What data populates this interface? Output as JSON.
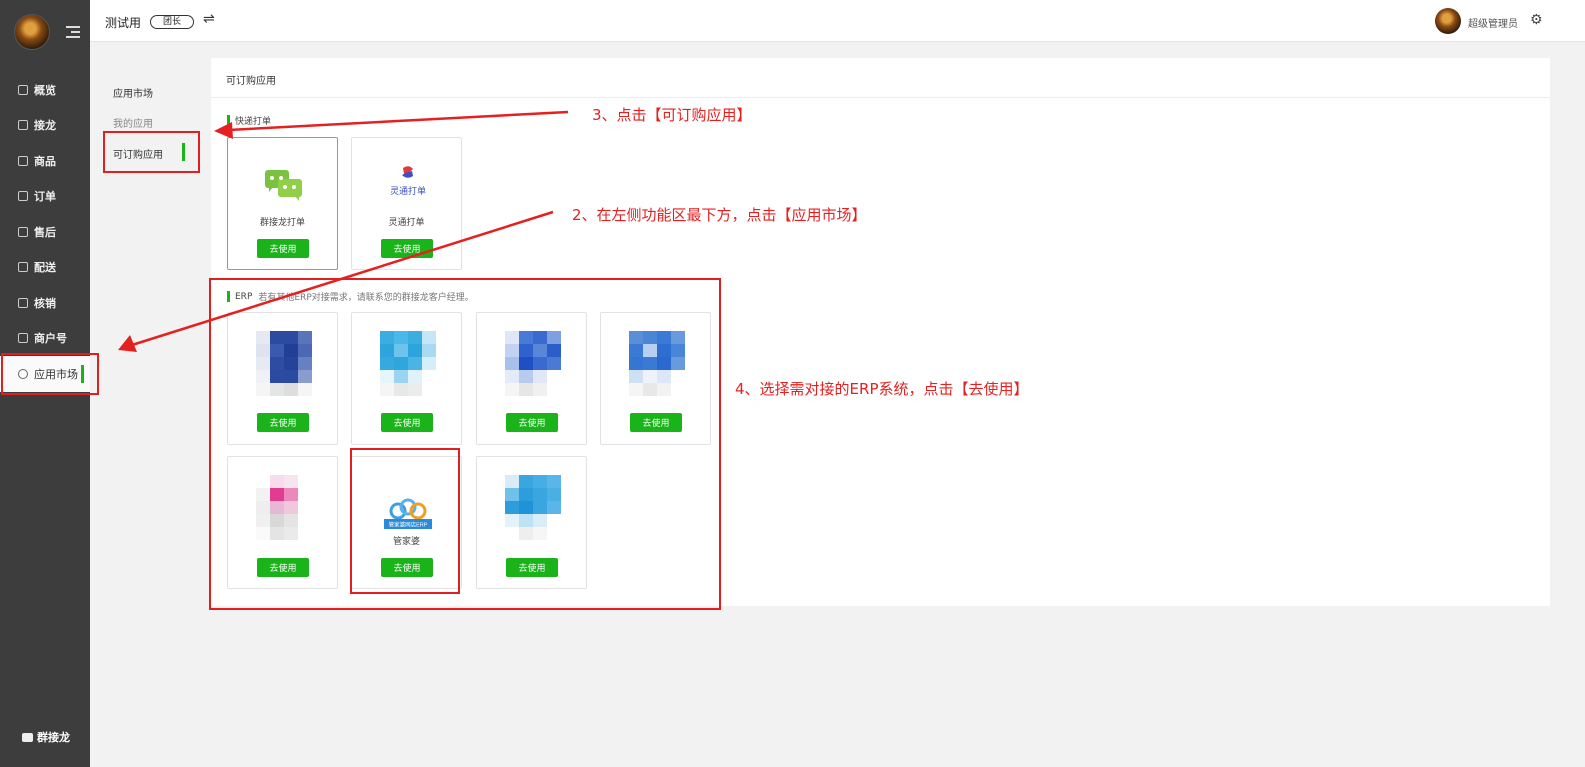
{
  "sidebar": {
    "items": [
      {
        "label": "概览",
        "icon": "monitor-icon"
      },
      {
        "label": "接龙",
        "icon": "cup-icon"
      },
      {
        "label": "商品",
        "icon": "box-icon"
      },
      {
        "label": "订单",
        "icon": "order-icon"
      },
      {
        "label": "售后",
        "icon": "aftersale-icon"
      },
      {
        "label": "配送",
        "icon": "truck-icon"
      },
      {
        "label": "核销",
        "icon": "calendar-icon"
      },
      {
        "label": "商户号",
        "icon": "merchant-icon"
      },
      {
        "label": "应用市场",
        "icon": "app-icon"
      }
    ],
    "bottom_label": "群接龙"
  },
  "header": {
    "shop_name": "测试用",
    "role_badge": "团长",
    "switch_icon": "⇌",
    "user_name": "超级管理员",
    "gear_icon": "⚙"
  },
  "subnav": {
    "items": [
      "应用市场",
      "我的应用",
      "可订购应用"
    ]
  },
  "panel": {
    "title": "可订购应用",
    "quick_print": {
      "title": "快递打单",
      "apps": [
        {
          "name": "群接龙打单",
          "button": "去使用"
        },
        {
          "name": "灵通打单",
          "logo_text": "灵通打单",
          "button": "去使用"
        }
      ]
    },
    "erp": {
      "title": "ERP",
      "note": "若有其他ERP对接需求，请联系您的群接龙客户经理。",
      "apps": [
        {
          "name": "",
          "button": "去使用"
        },
        {
          "name": "",
          "button": "去使用"
        },
        {
          "name": "",
          "button": "去使用"
        },
        {
          "name": "",
          "button": "去使用"
        },
        {
          "name": "",
          "button": "去使用"
        },
        {
          "name": "管家婆",
          "logo_text": "管家婆网店ERP",
          "button": "去使用"
        },
        {
          "name": "",
          "button": "去使用"
        }
      ]
    }
  },
  "annotations": {
    "step2": "2、在左侧功能区最下方，点击【应用市场】",
    "step3": "3、点击【可订购应用】",
    "step4": "4、选择需对接的ERP系统，点击【去使用】"
  },
  "colors": {
    "sidebar_bg": "#3d3d3d",
    "accent_green": "#1ab31a",
    "annotation_red": "#e62020"
  }
}
